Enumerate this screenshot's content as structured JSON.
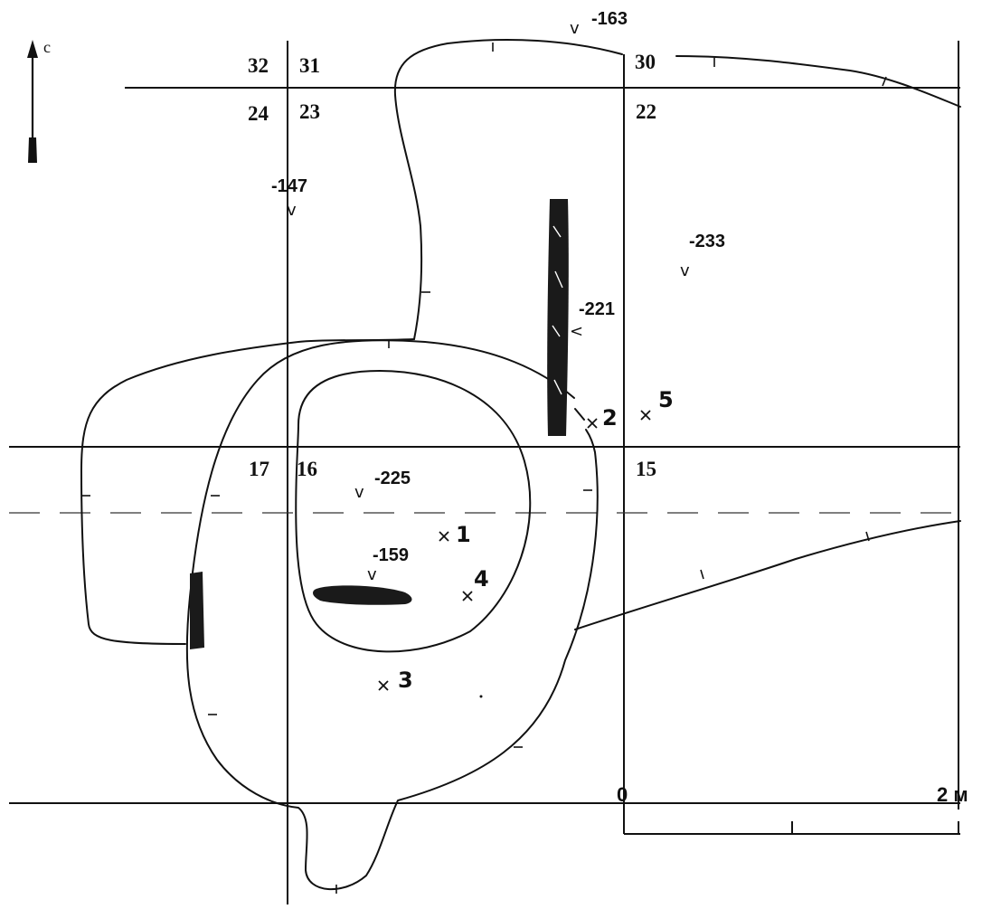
{
  "north_arrow": {
    "label": "с"
  },
  "squares": {
    "s32": "32",
    "s31": "31",
    "s30": "30",
    "s24": "24",
    "s23": "23",
    "s22": "22",
    "s17": "17",
    "s16": "16",
    "s15": "15"
  },
  "depths": {
    "d163": "-163",
    "d147": "-147",
    "d233": "-233",
    "d221": "-221",
    "d225": "-225",
    "d159": "-159"
  },
  "finds": {
    "f1": "1",
    "f2": "2",
    "f3": "3",
    "f4": "4",
    "f5": "5"
  },
  "scale": {
    "start": "0",
    "end": "2 м"
  },
  "colors": {
    "ink": "#111111",
    "background": "#ffffff"
  }
}
